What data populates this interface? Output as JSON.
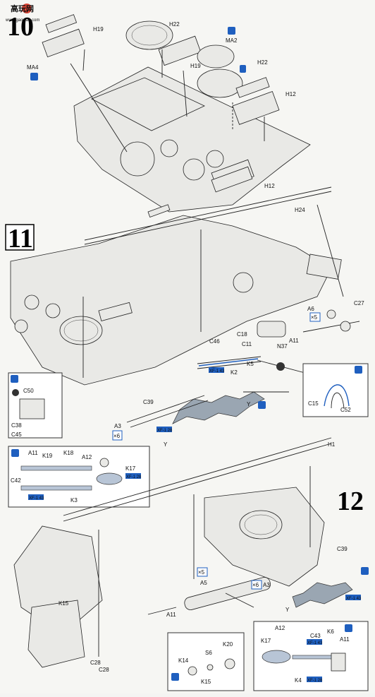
{
  "watermark": {
    "site": "高玩网",
    "url": "www.gaowan.com"
  },
  "steps": {
    "s10": "10",
    "s11": "11",
    "s12": "12"
  },
  "labels": {
    "H19a": "H19",
    "H22a": "H22",
    "MA4": "MA4",
    "MA2": "MA2",
    "H19b": "H19",
    "H22b": "H22",
    "H12a": "H12",
    "H12b": "H12",
    "H24": "H24",
    "C27": "C27",
    "A6": "A6",
    "x5a": "×5",
    "C18": "C18",
    "A11a": "A11",
    "N37": "N37",
    "C46": "C46",
    "C11": "C11",
    "K5": "K5",
    "K2": "K2",
    "C50": "C50",
    "C38": "C38",
    "C45": "C45",
    "C39a": "C39",
    "A3a": "A3",
    "x6a": "×6",
    "Ya": "Y",
    "Yb": "Y",
    "C15": "C15",
    "C52": "C52",
    "A11b": "A11",
    "K19": "K19",
    "K18": "K18",
    "A12a": "A12",
    "C42": "C42",
    "K17a": "K17",
    "K3": "K3",
    "H1": "H1",
    "C39b": "C39",
    "x5b": "×5",
    "A5": "A5",
    "x6b": "×6",
    "A3b": "A3",
    "Yc": "Y",
    "K15a": "K15",
    "C28a": "C28",
    "C28b": "C28",
    "A11c": "A11",
    "K14": "K14",
    "S6": "S6",
    "K20": "K20",
    "K15b": "K15",
    "A12b": "A12",
    "C43": "C43",
    "K6": "K6",
    "A11d": "A11",
    "K17b": "K17",
    "K4": "K4"
  },
  "badges": {
    "b1": "XF-1 43",
    "b2": "XF-1 43",
    "b3": "XF-1 28",
    "b4": "XF-1 43",
    "b5": "XF-1 28",
    "b6": "XF-1 43",
    "b7": "XF-1 28"
  },
  "colors": {
    "accent": "#1f5fbf",
    "track": "#9aa6b2",
    "ink": "#222222"
  }
}
